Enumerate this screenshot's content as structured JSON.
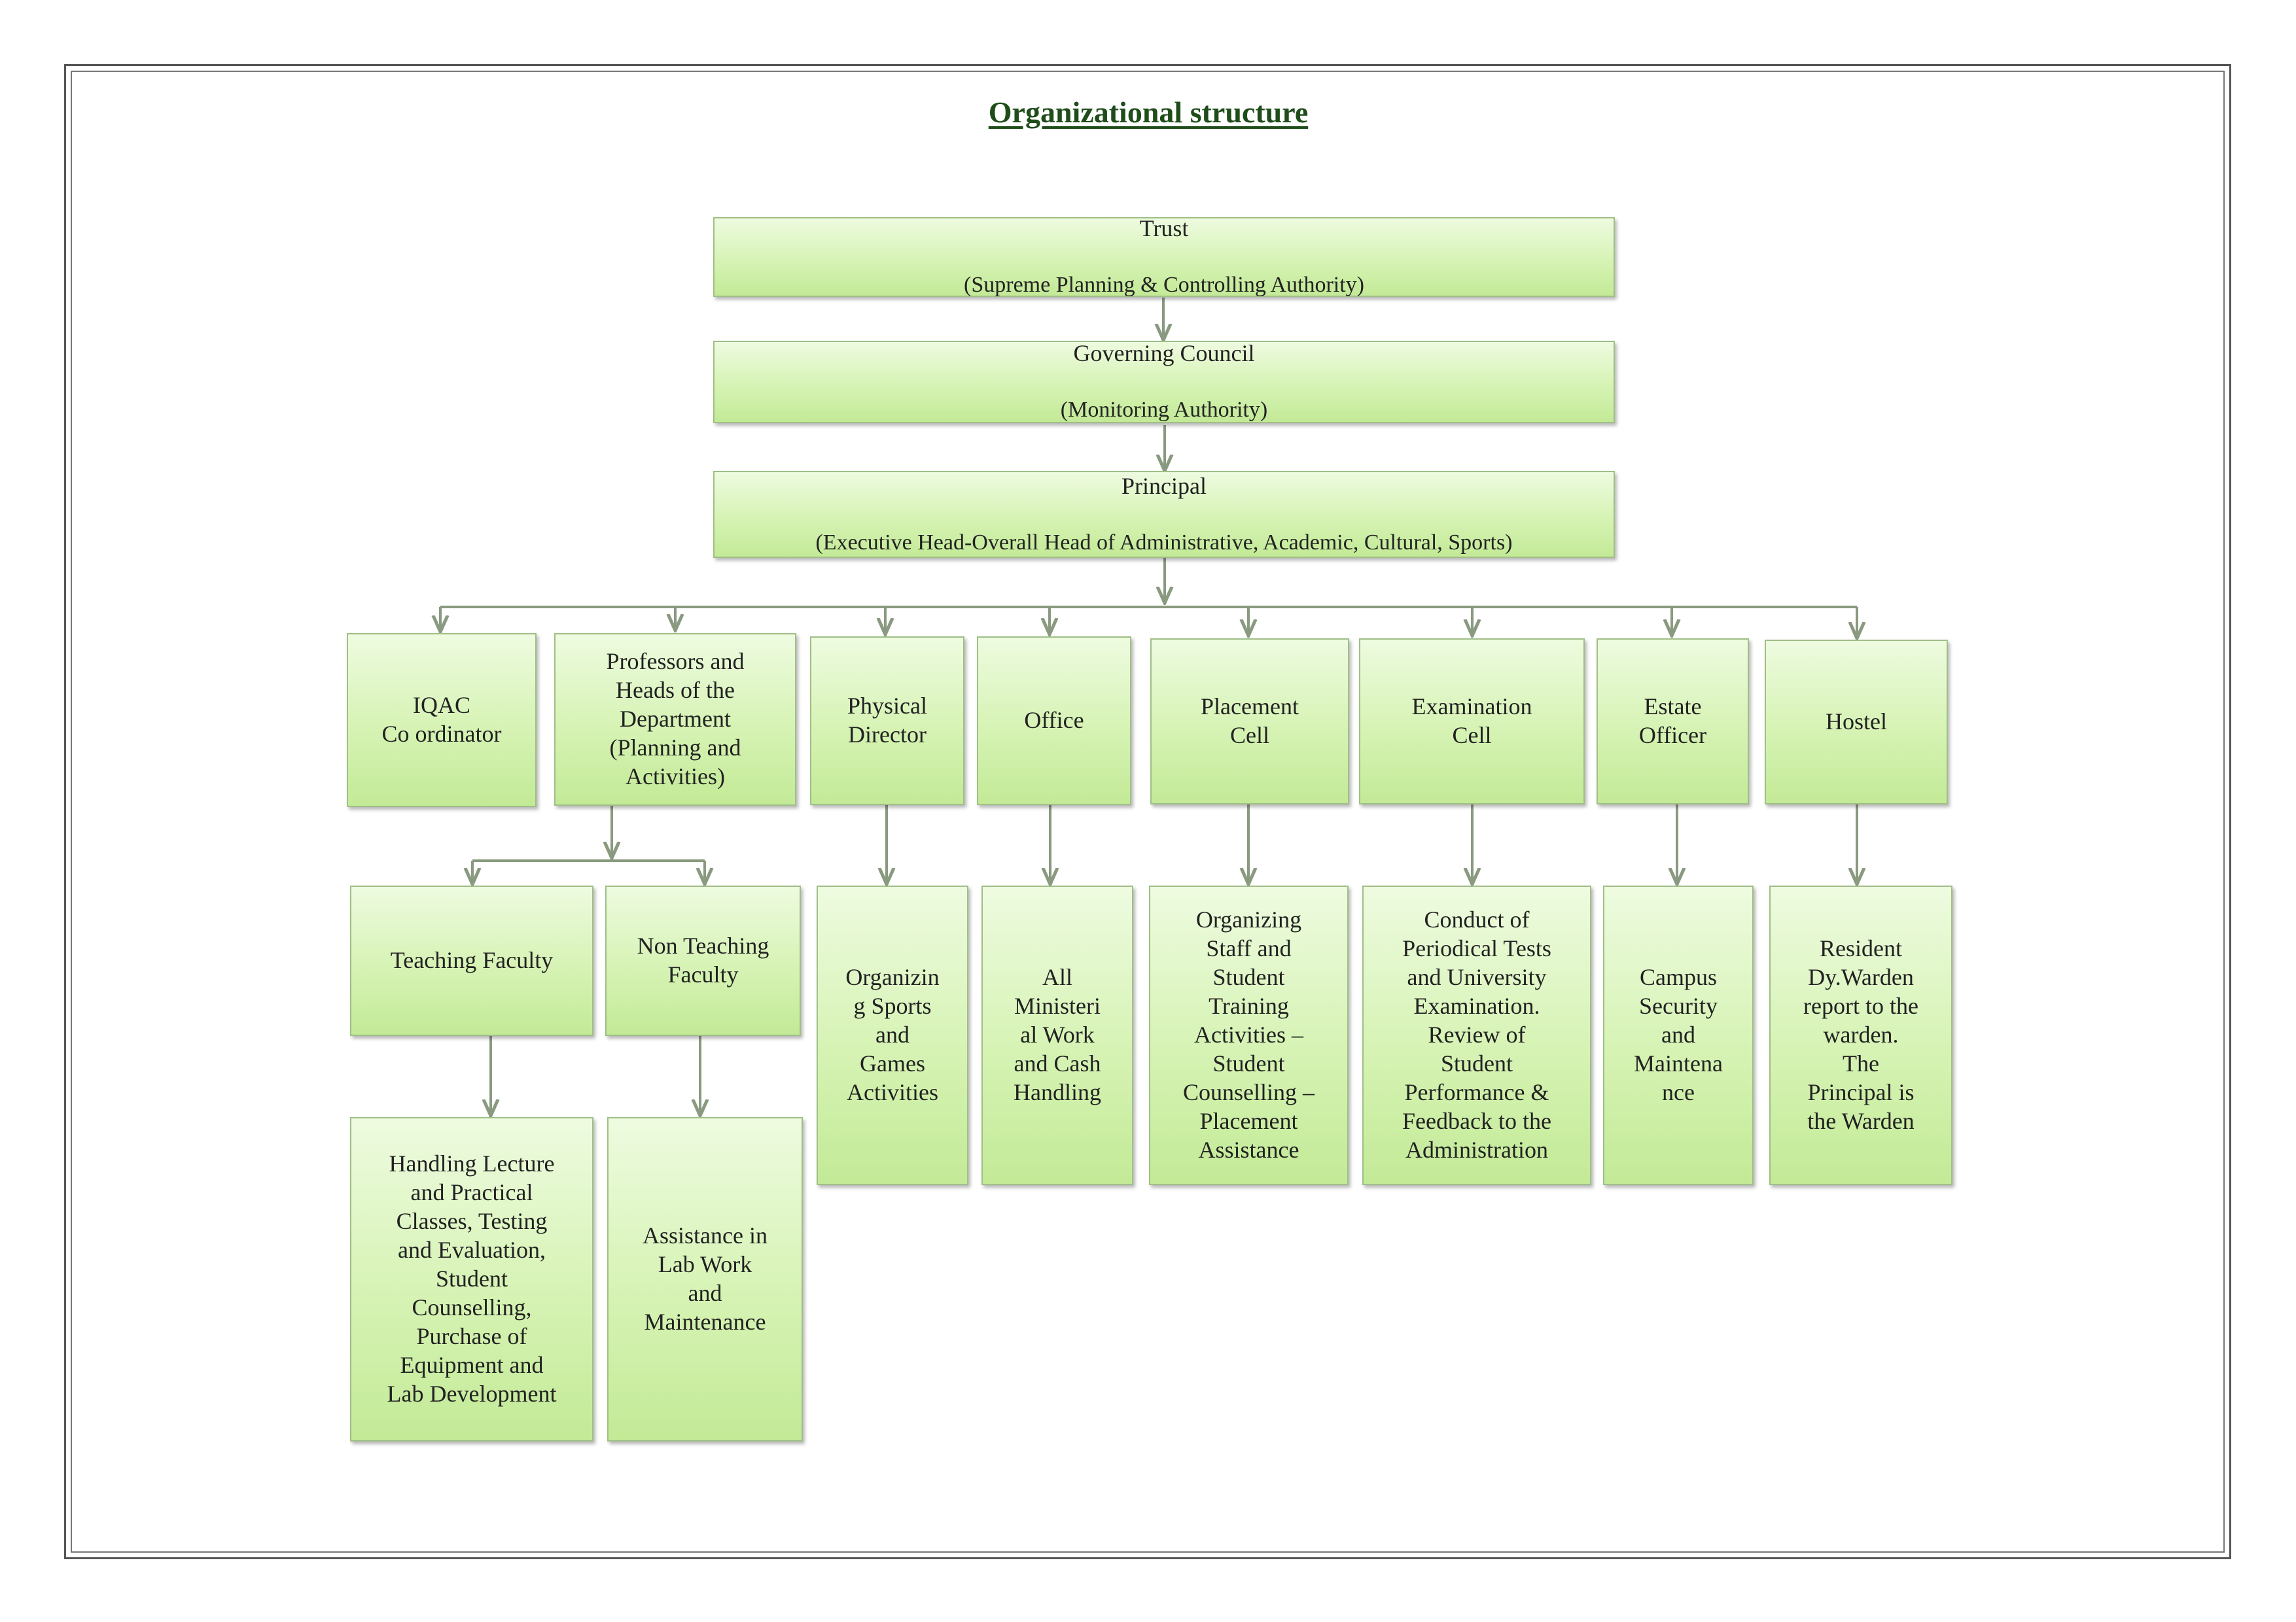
{
  "title": "Organizational structure",
  "levels": {
    "trust": {
      "name": "Trust",
      "role": "(Supreme Planning & Controlling Authority)"
    },
    "council": {
      "name": "Governing Council",
      "role": "(Monitoring Authority)"
    },
    "principal": {
      "name": "Principal",
      "role": "(Executive Head-Overall Head of Administrative, Academic, Cultural, Sports)"
    }
  },
  "units": {
    "iqac": "IQAC\nCo ordinator",
    "professors": "Professors and\nHeads of the\nDepartment\n(Planning and\nActivities)",
    "physical": "Physical\nDirector",
    "office": "Office",
    "placement": "Placement\nCell",
    "examination": "Examination\nCell",
    "estate": "Estate\nOfficer",
    "hostel": "Hostel"
  },
  "sub_units": {
    "teaching": "Teaching Faculty",
    "nonteaching": "Non Teaching\nFaculty"
  },
  "duties": {
    "teaching": "Handling Lecture\nand Practical\nClasses, Testing\nand Evaluation,\nStudent\nCounselling,\nPurchase of\nEquipment and\nLab Development",
    "nonteaching": "Assistance in\nLab Work\nand\nMaintenance",
    "physical": "Organizin\ng Sports\nand\nGames\nActivities",
    "office": "All\nMinisteri\nal Work\nand Cash\nHandling",
    "placement": "Organizing\nStaff and\nStudent\nTraining\nActivities –\nStudent\nCounselling –\nPlacement\nAssistance",
    "examination": "Conduct of\nPeriodical Tests\nand University\nExamination.\nReview of\nStudent\nPerformance &\nFeedback to the\nAdministration",
    "estate": "Campus\nSecurity\nand\nMaintena\nnce",
    "hostel": "Resident\nDy.Warden\nreport to the\nwarden.\nThe\nPrincipal is\nthe Warden"
  }
}
